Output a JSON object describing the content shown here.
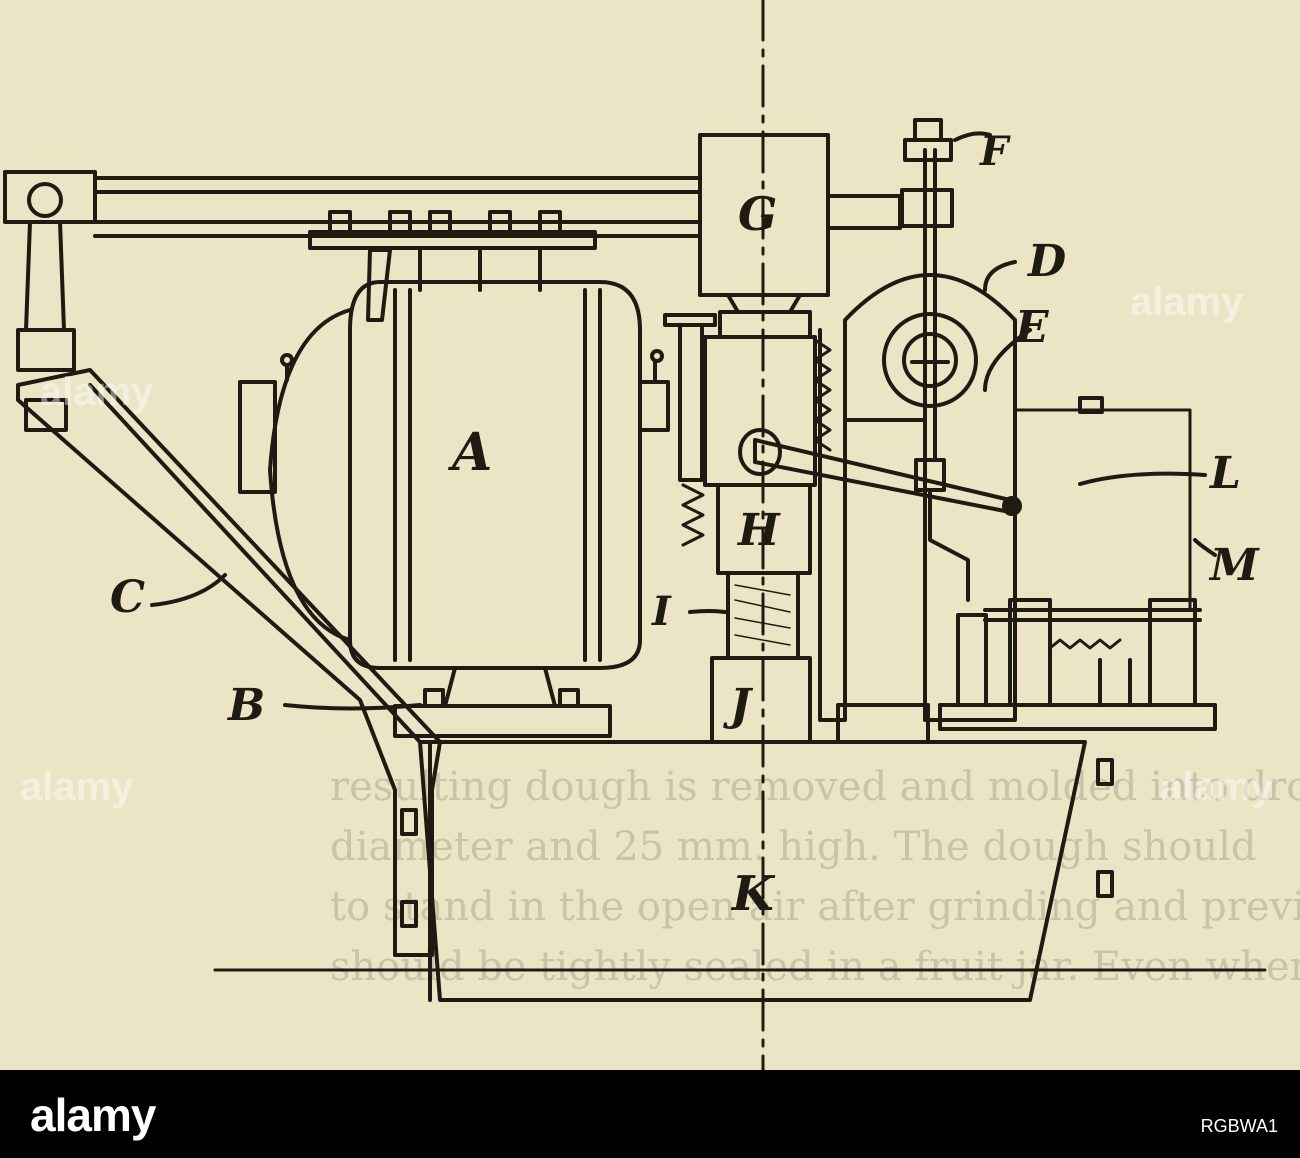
{
  "labels": {
    "A": "A",
    "B": "B",
    "C": "C",
    "D": "D",
    "E": "E",
    "F": "F",
    "G": "G",
    "H": "H",
    "I": "I",
    "J": "J",
    "K": "K",
    "L": "L",
    "M": "M"
  },
  "watermark": "alamy",
  "banner": {
    "logo": "alamy",
    "image_id": "RGBWA1"
  },
  "bleed_text": [
    "resulting dough is removed and molded into drops",
    "diameter and 25 mm. high. The dough should",
    "to stand in the open air after grinding and previous",
    "should be tightly sealed in a fruit jar. Even when"
  ],
  "colors": {
    "paper": "#ebe4c5",
    "ink": "#1f1a12",
    "banner": "#000000"
  }
}
